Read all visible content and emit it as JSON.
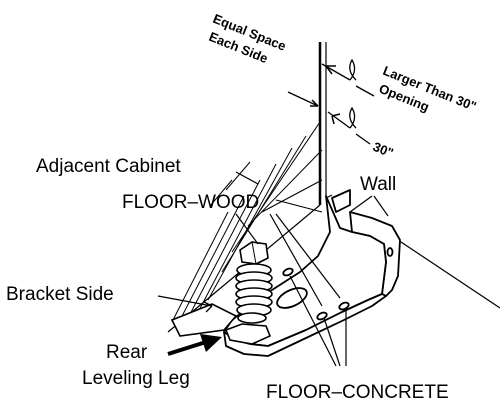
{
  "labels": {
    "equal_space_line1": "Equal Space",
    "equal_space_line2": "Each Side",
    "larger_than_line1": "Larger Than 30\"",
    "larger_than_line2": "Opening",
    "dimension_30": "30\"",
    "adjacent_cabinet": "Adjacent Cabinet",
    "wall": "Wall",
    "floor_wood": "FLOOR–WOOD",
    "bracket_side": "Bracket Side",
    "rear_line1": "Rear",
    "rear_line2": "Leveling Leg",
    "floor_concrete": "FLOOR–CONCRETE"
  },
  "colors": {
    "ink": "#000000",
    "paper": "#ffffff"
  }
}
